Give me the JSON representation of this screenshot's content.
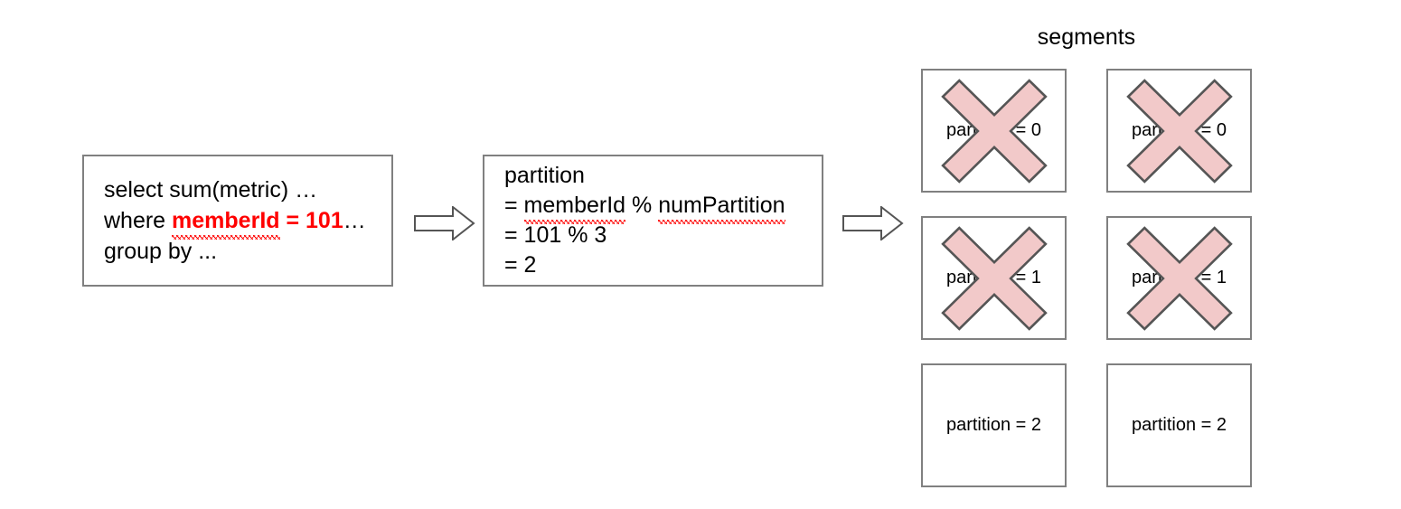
{
  "query_box": {
    "lines": [
      {
        "id": "l1",
        "text": "select sum(metric) …"
      },
      {
        "id": "l2",
        "prefix": "where ",
        "highlight": "memberId = 101",
        "suffix": "…",
        "highlight_color": "#ff0000",
        "squiggle_on": "memberId"
      },
      {
        "id": "l3",
        "text": "group by ..."
      }
    ]
  },
  "calc_box": {
    "lines": [
      {
        "id": "c1",
        "text": "partition"
      },
      {
        "id": "c2",
        "eq": "= ",
        "term1": "memberId",
        "op": " % ",
        "term2": "numPartition"
      },
      {
        "id": "c3",
        "text": "= 101 % 3"
      },
      {
        "id": "c4",
        "text": "= 2"
      }
    ]
  },
  "arrows": [
    {
      "id": "arrow-1",
      "name": "arrow-query-to-calc"
    },
    {
      "id": "arrow-2",
      "name": "arrow-calc-to-segments"
    }
  ],
  "segments": {
    "title": "segments",
    "cells": [
      {
        "label": "partition = 0",
        "crossed": true
      },
      {
        "label": "partition = 0",
        "crossed": true
      },
      {
        "label": "partition = 1",
        "crossed": true
      },
      {
        "label": "partition = 1",
        "crossed": true
      },
      {
        "label": "partition = 2",
        "crossed": false
      },
      {
        "label": "partition = 2",
        "crossed": false
      }
    ]
  },
  "colors": {
    "box_border": "#808080",
    "cross_fill": "#f2c9c9",
    "cross_stroke": "#555555",
    "arrow_stroke": "#555555",
    "highlight": "#ff0000",
    "squiggle": "#ff0000",
    "text": "#000000",
    "background": "#ffffff"
  }
}
